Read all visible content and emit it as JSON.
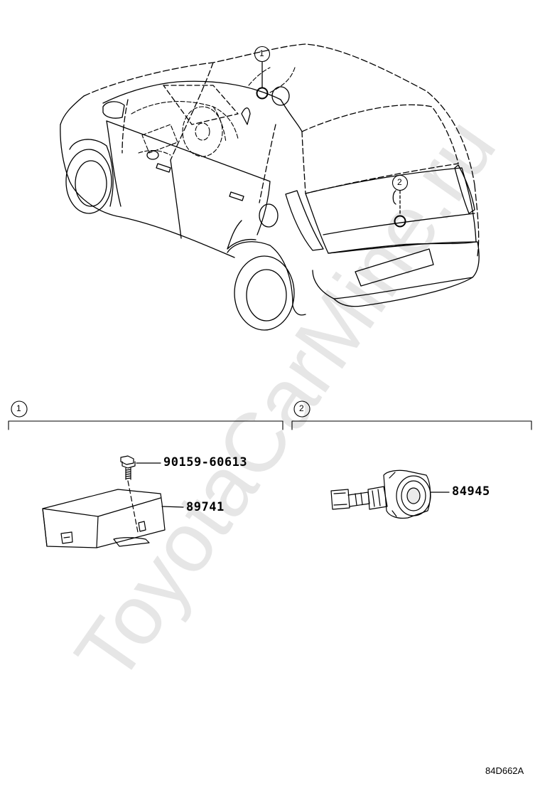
{
  "watermark": "ToyotaCarMine.ru",
  "callouts": {
    "car_1": "1",
    "car_2": "2",
    "section_1": "1",
    "section_2": "2"
  },
  "parts": {
    "bolt": "90159-60613",
    "ecu": "89741",
    "switch": "84945"
  },
  "figure_code": "84D662A"
}
